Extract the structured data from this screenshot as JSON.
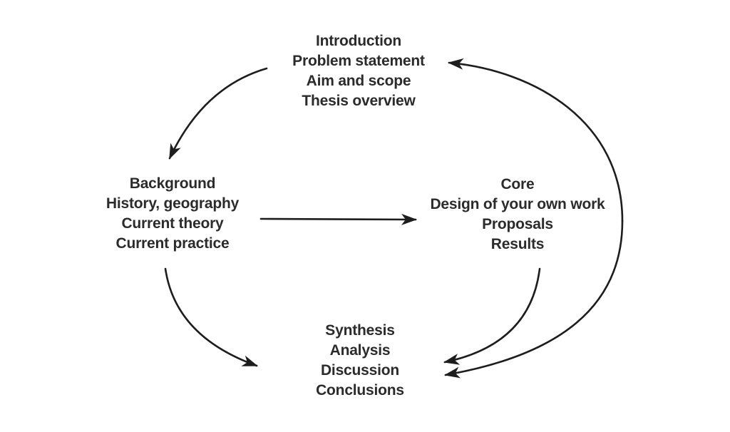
{
  "diagram": {
    "background_color": "#ffffff",
    "text_color": "#2b2b2b",
    "arrow_color": "#1d1d1d",
    "nodes": {
      "introduction": {
        "lines": [
          "Introduction",
          "Problem statement",
          "Aim and scope",
          "Thesis overview"
        ]
      },
      "background": {
        "lines": [
          "Background",
          "History, geography",
          "Current theory",
          "Current practice"
        ]
      },
      "core": {
        "lines": [
          "Core",
          "Design of your own work",
          "Proposals",
          "Results"
        ]
      },
      "synthesis": {
        "lines": [
          "Synthesis",
          "Analysis",
          "Discussion",
          "Conclusions"
        ]
      }
    },
    "edges": [
      {
        "from": "introduction",
        "to": "background",
        "type": "curved-arrow"
      },
      {
        "from": "background",
        "to": "core",
        "type": "straight-arrow"
      },
      {
        "from": "background",
        "to": "synthesis",
        "type": "curved-arrow"
      },
      {
        "from": "core",
        "to": "synthesis",
        "type": "curved-arrow"
      },
      {
        "from": "synthesis",
        "to": "introduction",
        "type": "curved-arrow-bidirectional"
      }
    ]
  }
}
